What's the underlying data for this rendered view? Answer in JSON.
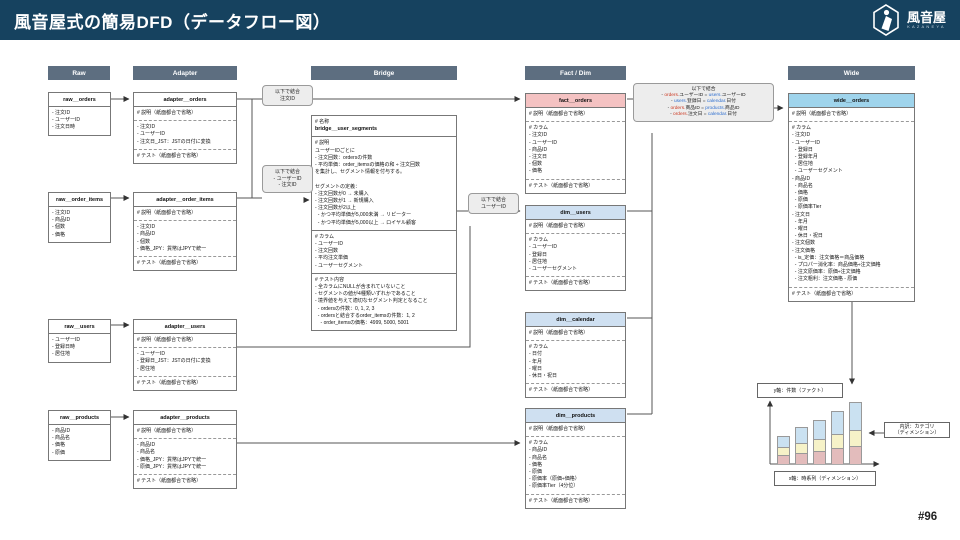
{
  "header": {
    "title": "風音屋式の簡易DFD（データフロー図）",
    "brand": "風音屋",
    "brand_sub": "KAZANEYA"
  },
  "footer": {
    "page": "#96"
  },
  "columns": {
    "raw": "Raw",
    "adapter": "Adapter",
    "bridge": "Bridge",
    "fact_dim": "Fact / Dim",
    "wide": "Wide"
  },
  "colors": {
    "topbar": "#16425f",
    "column_header": "#5d6e80",
    "fact_header": "#f4c2c2",
    "dim_header": "#cfe0f1",
    "wide_header": "#9fd4ec",
    "fact_ref_text": "#cc3a23",
    "dim_ref_text": "#2f6fd0"
  },
  "tables": {
    "raw_orders": {
      "name": "raw__orders",
      "fields": [
        "- 注文ID",
        "- ユーザーID",
        "- 注文日時"
      ]
    },
    "raw_order_items": {
      "name": "raw__order_items",
      "fields": [
        "- 注文ID",
        "- 商品ID",
        "- 個数",
        "- 価格"
      ]
    },
    "raw_users": {
      "name": "raw__users",
      "fields": [
        "- ユーザーID",
        "- 登録日時",
        "- 居住地"
      ]
    },
    "raw_products": {
      "name": "raw__products",
      "fields": [
        "- 商品ID",
        "- 商品名",
        "- 価格",
        "- 原価"
      ]
    },
    "adapter_orders": {
      "name": "adapter__orders",
      "desc": "# 説明（紙面都合で省略）",
      "fields": [
        "- 注文ID",
        "- ユーザーID",
        "- 注文日_JST：JSTの日付に変換"
      ],
      "test": "# テスト（紙面都合で省略）"
    },
    "adapter_order_items": {
      "name": "adapter__order_items",
      "desc": "# 説明（紙面都合で省略）",
      "fields": [
        "- 注文ID",
        "- 商品ID",
        "- 個数",
        "- 価格_JPY：貨幣はJPYで統一"
      ],
      "test": "# テスト（紙面都合で省略）"
    },
    "adapter_users": {
      "name": "adapter__users",
      "desc": "# 説明（紙面都合で省略）",
      "fields": [
        "- ユーザーID",
        "- 登録日_JST：JSTの日付に変換",
        "- 居住地"
      ],
      "test": "# テスト（紙面都合で省略）"
    },
    "adapter_products": {
      "name": "adapter__products",
      "desc": "# 説明（紙面都合で省略）",
      "fields": [
        "- 商品ID",
        "- 商品名",
        "- 価格_JPY：貨幣はJPYで統一",
        "- 原価_JPY：貨幣はJPYで統一"
      ],
      "test": "# テスト（紙面都合で省略）"
    },
    "bridge_user_segments": {
      "name_label": "# 名称",
      "name": "bridge__user_segments",
      "desc_lines": [
        "# 説明",
        "ユーザーIDごとに",
        "- 注文回数：ordersの件数",
        "- 平均単価：order_itemsの価格の和 ÷ 注文回数",
        "を集計し、セグメント情報を付与する。",
        " ",
        "セグメントの定義：",
        "- 注文回数が0 → 未購入",
        "- 注文回数が1 → 新規購入",
        "- 注文回数が2以上",
        "  - かつ平均単価が5,000未満 → リピーター",
        "  - かつ平均単価が5,000以上 → ロイヤル顧客"
      ],
      "column_lines": [
        "# カラム",
        "- ユーザーID",
        "- 注文回数",
        "- 平均注文単価",
        "- ユーザーセグメント"
      ],
      "test_lines": [
        "# テスト内容",
        "- 全カラムにNULLが含まれていないこと",
        "- セグメントの値が4種類いずれかであること",
        "- 境界値を与えて適切なセグメント判定となること",
        "  - ordersの件数：0, 1, 2, 3",
        "  - ordersと結合するorder_itemsの件数：1, 2",
        "    - order_itemsの価格：4999, 5000, 5001"
      ]
    },
    "fact_orders": {
      "name": "fact__orders",
      "desc": "# 説明（紙面都合で省略）",
      "fields": [
        "# カラム",
        "- 注文ID",
        "- ユーザーID",
        "- 商品ID",
        "- 注文日",
        "- 個数",
        "- 価格"
      ],
      "test": "# テスト（紙面都合で省略）"
    },
    "dim_users": {
      "name": "dim__users",
      "desc": "# 説明（紙面都合で省略）",
      "fields": [
        "# カラム",
        "- ユーザーID",
        "- 登録日",
        "- 居住地",
        "- ユーザーセグメント"
      ],
      "test": "# テスト（紙面都合で省略）"
    },
    "dim_calendar": {
      "name": "dim__calendar",
      "desc": "# 説明（紙面都合で省略）",
      "fields": [
        "# カラム",
        "- 日付",
        "- 年月",
        "- 曜日",
        "- 休日・祝日"
      ],
      "test": "# テスト（紙面都合で省略）"
    },
    "dim_products": {
      "name": "dim__products",
      "desc": "# 説明（紙面都合で省略）",
      "fields": [
        "# カラム",
        "- 商品ID",
        "- 商品名",
        "- 価格",
        "- 原価",
        "- 原価率（原価÷価格）",
        "- 原価率Tier（4分位）"
      ],
      "test": "# テスト（紙面都合で省略）"
    },
    "wide_orders": {
      "name": "wide__orders",
      "desc": "# 説明（紙面都合で省略）",
      "fields": [
        "# カラム",
        "- 注文ID",
        "- ユーザーID",
        "  - 登録日",
        "  - 登録年月",
        "  - 居住地",
        "  - ユーザーセグメント",
        "- 商品ID",
        "  - 商品名",
        "  - 価格",
        "  - 原価",
        "  - 原価率Tier",
        "- 注文日",
        "  - 年月",
        "  - 曜日",
        "  - 休日・祝日",
        "- 注文個数",
        "- 注文価格",
        "  - is_定価：注文価格＝商品価格",
        "  - プロパー消化率：商品価格÷注文価格",
        "  - 注文原価率：原価÷注文価格",
        "  - 注文粗利：注文価格 - 原価"
      ],
      "test": "# テスト（紙面都合で省略）"
    }
  },
  "joins": {
    "join_order_id": {
      "title": "以下で結合",
      "lines": [
        "注文ID"
      ]
    },
    "join_user_order": {
      "title": "以下で結合",
      "lines": [
        "- ユーザーID",
        "- 注文ID"
      ]
    },
    "join_user": {
      "title": "以下で結合",
      "lines": [
        "ユーザーID"
      ]
    },
    "join_wide": {
      "title": "以下で結合",
      "lines": [
        {
          "parts": [
            {
              "t": "- "
            },
            {
              "t": "orders.",
              "c": "#cc3a23"
            },
            {
              "t": "ユーザーID = "
            },
            {
              "t": "users.",
              "c": "#2f6fd0"
            },
            {
              "t": "ユーザーID"
            }
          ]
        },
        {
          "parts": [
            {
              "t": "- "
            },
            {
              "t": "users.",
              "c": "#2f6fd0"
            },
            {
              "t": "登録日 = "
            },
            {
              "t": "calendar.",
              "c": "#2f6fd0"
            },
            {
              "t": "日付"
            }
          ]
        },
        {
          "parts": [
            {
              "t": "- "
            },
            {
              "t": "orders.",
              "c": "#cc3a23"
            },
            {
              "t": "商品ID = "
            },
            {
              "t": "products.",
              "c": "#2f6fd0"
            },
            {
              "t": "商品ID"
            }
          ]
        },
        {
          "parts": [
            {
              "t": "- "
            },
            {
              "t": "orders.",
              "c": "#cc3a23"
            },
            {
              "t": "注文日 = "
            },
            {
              "t": "calendar.",
              "c": "#2f6fd0"
            },
            {
              "t": "日付"
            }
          ]
        }
      ]
    }
  },
  "chart": {
    "y_axis_label": "y軸：件数（ファクト）",
    "x_axis_label": "x軸：時系列（ディメンション）",
    "legend_lines": [
      "内訳：カテゴリ",
      "（ディメンション）"
    ]
  },
  "chart_data": {
    "type": "bar",
    "stacked": true,
    "x": [
      1,
      2,
      3,
      4,
      5
    ],
    "series": [
      {
        "name": "bottom-segment",
        "color": "#e3bcbc",
        "values": [
          9,
          11,
          13,
          16,
          18
        ]
      },
      {
        "name": "middle-segment",
        "color": "#f6f2c8",
        "values": [
          8,
          10,
          12,
          14,
          16
        ]
      },
      {
        "name": "top-segment",
        "color": "#cae1f1",
        "values": [
          11,
          16,
          19,
          23,
          28
        ]
      }
    ],
    "title": "",
    "xlabel": "x軸：時系列（ディメンション）",
    "ylabel": "y軸：件数（ファクト）",
    "annotation": "内訳：カテゴリ（ディメンション）",
    "note": "illustrative stacked bars, heights in px estimated from image; axes unlabeled"
  }
}
